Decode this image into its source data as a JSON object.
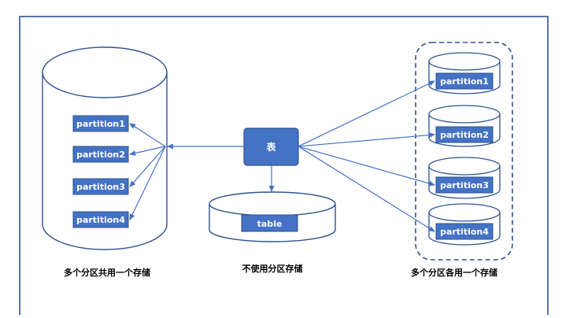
{
  "center": {
    "table_label": "表",
    "storage_label": "table",
    "caption": "不使用分区存储"
  },
  "left": {
    "partitions": [
      "partition1",
      "partition2",
      "partition3",
      "partition4"
    ],
    "caption": "多个分区共用一个存储"
  },
  "right": {
    "partitions": [
      "partition1",
      "partition2",
      "partition3",
      "partition4"
    ],
    "caption": "多个分区各用一个存储"
  },
  "colors": {
    "frame": "#2f528f",
    "stroke": "#2f528f",
    "box_fill": "#4472c4",
    "arrow": "#4472c4"
  }
}
